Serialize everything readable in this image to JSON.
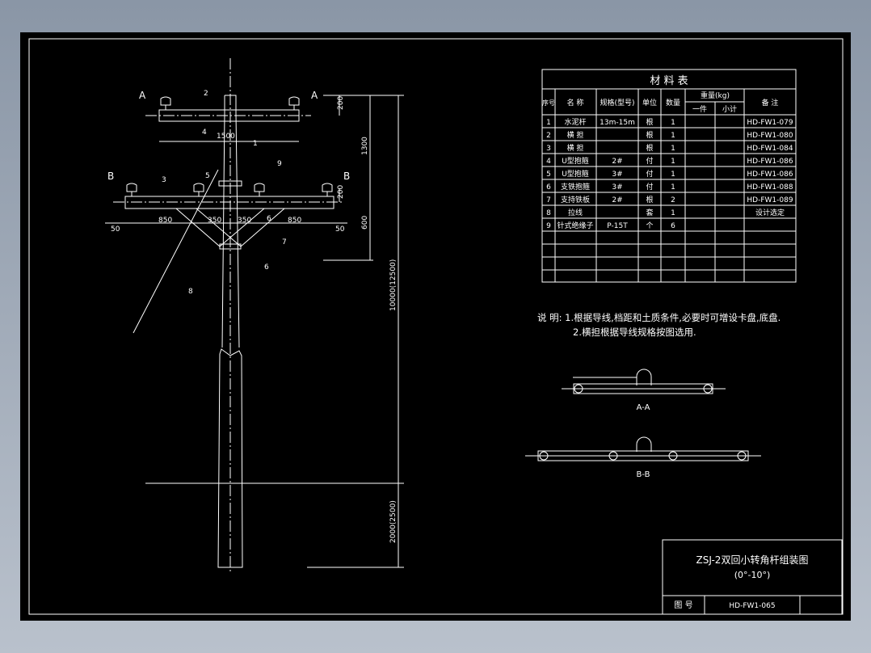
{
  "material_table": {
    "title": "材  料  表",
    "headers": {
      "no": "序号",
      "name": "名 称",
      "spec": "规格(型号)",
      "unit": "单位",
      "qty": "数量",
      "weight": "重量(kg)",
      "weight_each": "一件",
      "weight_sub": "小计",
      "remark": "备  注"
    },
    "rows": [
      {
        "no": "1",
        "name": "水泥杆",
        "spec": "13m-15m",
        "unit": "根",
        "qty": "1",
        "remark": "HD-FW1-079"
      },
      {
        "no": "2",
        "name": "横  担",
        "spec": "",
        "unit": "根",
        "qty": "1",
        "remark": "HD-FW1-080"
      },
      {
        "no": "3",
        "name": "横  担",
        "spec": "",
        "unit": "根",
        "qty": "1",
        "remark": "HD-FW1-084"
      },
      {
        "no": "4",
        "name": "U型抱箍",
        "spec": "2#",
        "unit": "付",
        "qty": "1",
        "remark": "HD-FW1-086"
      },
      {
        "no": "5",
        "name": "U型抱箍",
        "spec": "3#",
        "unit": "付",
        "qty": "1",
        "remark": "HD-FW1-086"
      },
      {
        "no": "6",
        "name": "支铁抱箍",
        "spec": "3#",
        "unit": "付",
        "qty": "1",
        "remark": "HD-FW1-088"
      },
      {
        "no": "7",
        "name": "支持铁板",
        "spec": "2#",
        "unit": "根",
        "qty": "2",
        "remark": "HD-FW1-089"
      },
      {
        "no": "8",
        "name": "拉线",
        "spec": "",
        "unit": "套",
        "qty": "1",
        "remark": "设计选定"
      },
      {
        "no": "9",
        "name": "针式绝缘子",
        "spec": "P-15T",
        "unit": "个",
        "qty": "6",
        "remark": ""
      }
    ]
  },
  "notes": {
    "line1": "说 明: 1.根据导线,档距和土质条件,必要时可增设卡盘,底盘.",
    "line2": "2.横担根据导线规格按图选用."
  },
  "sections": {
    "aa": "A-A",
    "bb": "B-B"
  },
  "title_block": {
    "title": "ZSJ-2双回小转角杆组装图",
    "subtitle": "(0°-10°)",
    "drawing_no_label": "图  号",
    "drawing_no": "HD-FW1-065"
  },
  "drawing": {
    "section_marks": [
      "A",
      "A",
      "B",
      "B"
    ],
    "part_labels": [
      "1",
      "2",
      "3",
      "4",
      "5",
      "6",
      "6",
      "7",
      "8",
      "9"
    ],
    "dims": {
      "d1500": "1500",
      "d200a": "200",
      "d200b": "200",
      "d1300": "1300",
      "d600": "600",
      "d850l": "850",
      "d350l": "350",
      "d350r": "350",
      "d850r": "850",
      "d50l": "50",
      "d50r": "50",
      "d10000": "10000(12500)",
      "d2000": "2000(2500)"
    }
  }
}
